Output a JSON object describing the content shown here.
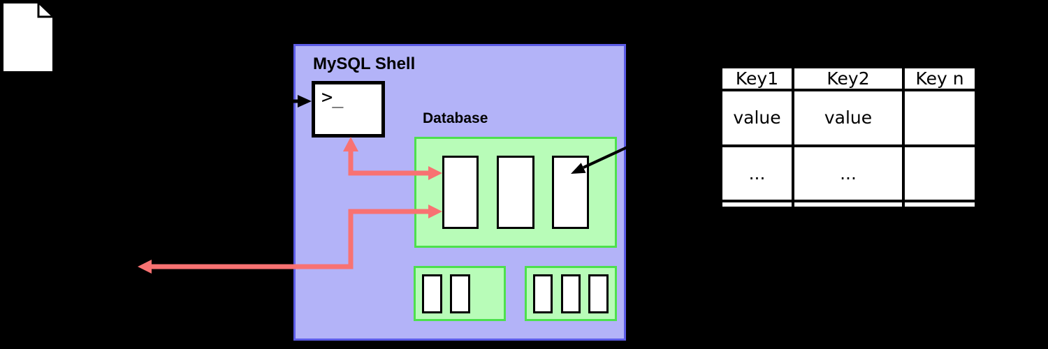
{
  "colors": {
    "background": "#000000",
    "shell_box_fill": "#b3b3f8",
    "shell_box_border": "#5c5ce6",
    "schema_fill": "#b8fcb8",
    "schema_border": "#4de04d",
    "arrow_red": "#f87272",
    "arrow_black": "#000000",
    "shape_fill": "#ffffff",
    "shape_border": "#000000"
  },
  "shell": {
    "title": "MySQL Shell",
    "prompt": ">_"
  },
  "database": {
    "label": "Database"
  },
  "kv_table": {
    "headers": [
      "Key1",
      "Key2",
      "Key n"
    ],
    "rows": [
      [
        "value",
        "value",
        ""
      ],
      [
        "...",
        "...",
        ""
      ],
      [
        "",
        "",
        ""
      ]
    ]
  }
}
